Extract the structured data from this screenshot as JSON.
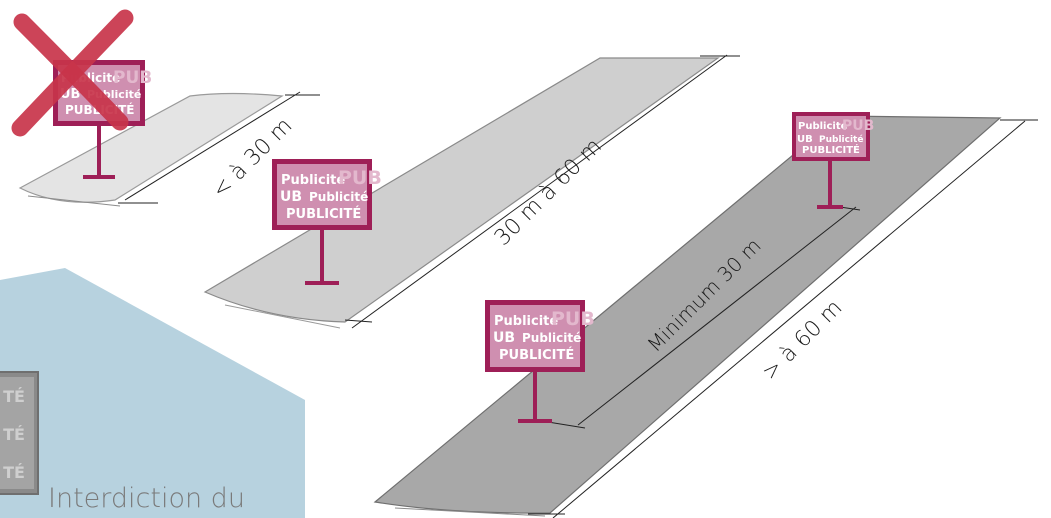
{
  "dimensions": {
    "small": "< à 30 m",
    "medium": "30 m à 60 m",
    "large": "> à 60 m",
    "minimum": "Minimum 30 m"
  },
  "sign": {
    "line1_left": "Publicité",
    "line1_right": "PUB",
    "line2_left": "UB",
    "line2_right": "Publicité",
    "line3": "PUBLICITÉ"
  },
  "partial_sign": {
    "text": "TÉ"
  },
  "caption": "Interdiction du",
  "colors": {
    "sign_frame": "#9e1f57",
    "sign_panel": "#cf8fb0",
    "road_light": "#e4e4e4",
    "road_medium": "#cfcfcf",
    "road_dark": "#a8a8a8",
    "background_panel": "#b7d2df",
    "cross": "#c8344a"
  },
  "icons": {
    "prohibition": "cross-icon"
  }
}
